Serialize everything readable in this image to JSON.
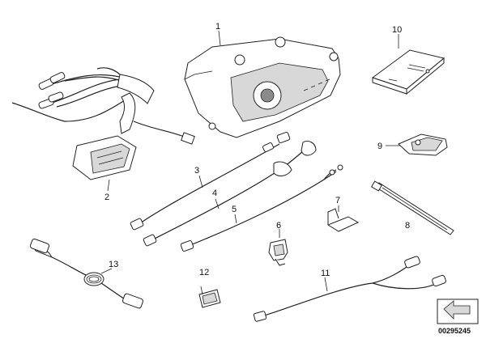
{
  "callouts": [
    "1",
    "2",
    "3",
    "4",
    "5",
    "6",
    "7",
    "8",
    "9",
    "10",
    "11",
    "12",
    "13"
  ],
  "image_code": "00295245",
  "icon": "arrow-return-icon"
}
